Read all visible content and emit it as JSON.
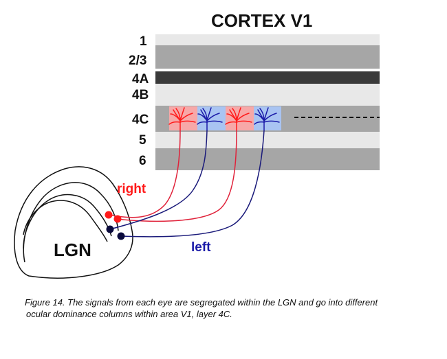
{
  "title": "CORTEX V1",
  "layers": [
    {
      "label": "1",
      "shade": "#e8e8e8"
    },
    {
      "label": "2/3",
      "shade": "#a6a6a6"
    },
    {
      "label": "4A",
      "shade": "#3a3a3a"
    },
    {
      "label": "4B",
      "shade": "#e8e8e8"
    },
    {
      "label": "4C",
      "shade": "#a6a6a6"
    },
    {
      "label": "5",
      "shade": "#e8e8e8"
    },
    {
      "label": "6",
      "shade": "#a6a6a6"
    }
  ],
  "lgn_label": "LGN",
  "right_label": "right",
  "left_label": "left",
  "colors": {
    "right": "#ff1a1a",
    "left": "#1a1aa8",
    "right_column_bg": "#f7a8a8",
    "left_column_bg": "#a9c4f2",
    "left_dot": "#0a0a3c",
    "line_dark": "#111111"
  },
  "caption_line1": "Figure 14. The signals from each eye are segregated within the LGN and go into different",
  "caption_line2": "ocular dominance columns within area V1, layer 4C."
}
